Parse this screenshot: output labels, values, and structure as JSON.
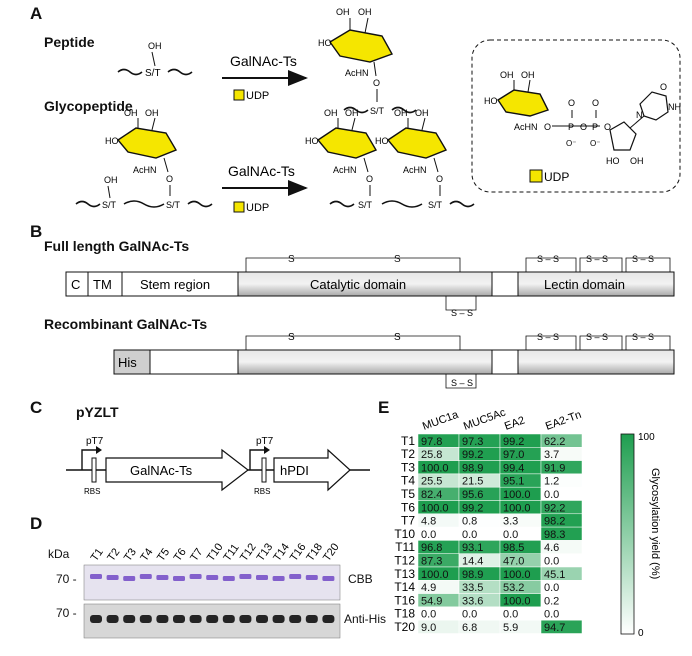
{
  "panels": {
    "a": {
      "letter": "A",
      "peptide_label": "Peptide",
      "glycopeptide_label": "Glycopeptide",
      "enzyme_label": "GalNAc-Ts",
      "udp_label": "UDP",
      "site_label": "S/T",
      "oh": "OH",
      "achn": "AcHN",
      "o": "O",
      "ho": "HO",
      "n": "N",
      "nh": "NH",
      "p": "P",
      "o_minus": "O⁻",
      "udp_box_label": "UDP"
    },
    "b": {
      "letter": "B",
      "full_title": "Full length GalNAc-Ts",
      "recomb_title": "Recombinant GalNAc-Ts",
      "domains": {
        "c": "C",
        "tm": "TM",
        "stem": "Stem region",
        "catalytic": "Catalytic domain",
        "lectin": "Lectin domain",
        "his": "His"
      },
      "s": "S",
      "ss": "S – S"
    },
    "c": {
      "letter": "C",
      "plasmid": "pYZLT",
      "promoter": "pT7",
      "rbs": "RBS",
      "gene1": "GalNAc-Ts",
      "gene2": "hPDI"
    },
    "d": {
      "letter": "D",
      "kda": "kDa",
      "marker": "70 -",
      "cbb": "CBB",
      "antihis": "Anti-His",
      "lanes": [
        "T1",
        "T2",
        "T3",
        "T4",
        "T5",
        "T6",
        "T7",
        "T10",
        "T11",
        "T12",
        "T13",
        "T14",
        "T16",
        "T18",
        "T20"
      ]
    },
    "e": {
      "letter": "E",
      "colorbar_label": "Glycosylation yield (%)",
      "colorbar_max": "100",
      "colorbar_min": "0",
      "columns": [
        "MUC1a",
        "MUC5Ac",
        "EA2",
        "EA2-Tn"
      ],
      "rows": [
        "T1",
        "T2",
        "T3",
        "T4",
        "T5",
        "T6",
        "T7",
        "T10",
        "T11",
        "T12",
        "T13",
        "T14",
        "T16",
        "T18",
        "T20"
      ],
      "values": [
        [
          "97.8",
          "97.3",
          "99.2",
          "62.2"
        ],
        [
          "25.8",
          "99.2",
          "97.0",
          "3.7"
        ],
        [
          "100.0",
          "98.9",
          "99.4",
          "91.9"
        ],
        [
          "25.5",
          "21.5",
          "95.1",
          "1.2"
        ],
        [
          "82.4",
          "95.6",
          "100.0",
          "0.0"
        ],
        [
          "100.0",
          "99.2",
          "100.0",
          "92.2"
        ],
        [
          "4.8",
          "0.8",
          "3.3",
          "98.2"
        ],
        [
          "0.0",
          "0.0",
          "0.0",
          "98.3"
        ],
        [
          "96.8",
          "93.1",
          "98.5",
          "4.6"
        ],
        [
          "87.3",
          "14.4",
          "47.0",
          "0.0"
        ],
        [
          "100.0",
          "98.9",
          "100.0",
          "45.1"
        ],
        [
          "4.9",
          "33.5",
          "53.2",
          "0.0"
        ],
        [
          "54.9",
          "33.6",
          "100.0",
          "0.2"
        ],
        [
          "0.0",
          "0.0",
          "0.0",
          "0.0"
        ],
        [
          "9.0",
          "6.8",
          "5.9",
          "94.7"
        ]
      ]
    }
  }
}
